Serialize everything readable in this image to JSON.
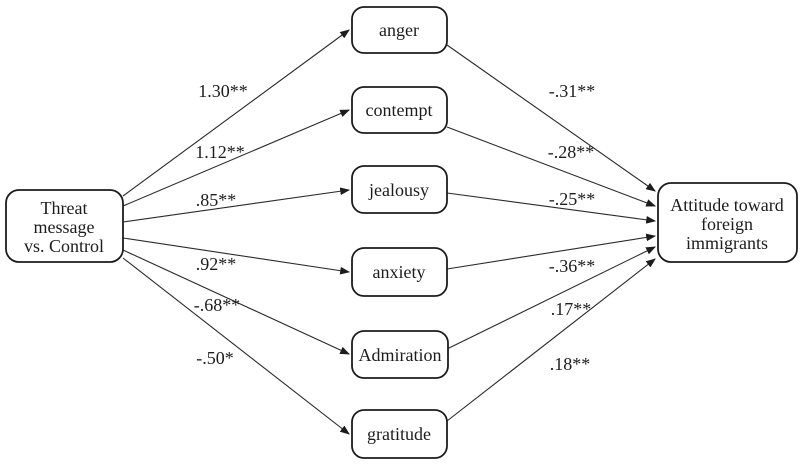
{
  "figure": {
    "type": "mediation-path-diagram",
    "colors": {
      "background": "#ffffff",
      "ink": "#1c1c1c",
      "line": "#2a2a2a",
      "box_fill": "#ffffff"
    },
    "predictor": {
      "name": "Threat message vs. Control",
      "lines": [
        "Threat",
        "message",
        "vs. Control"
      ]
    },
    "outcome": {
      "name": "Attitude toward foreign immigrants",
      "lines": [
        "Attitude toward",
        "foreign",
        "immigrants"
      ]
    },
    "mediators": [
      {
        "label": "anger",
        "path_from_predictor": "1.30**",
        "path_to_outcome": "-.31**"
      },
      {
        "label": "contempt",
        "path_from_predictor": "1.12**",
        "path_to_outcome": "-.28**"
      },
      {
        "label": "jealousy",
        "path_from_predictor": ".85**",
        "path_to_outcome": "-.25**"
      },
      {
        "label": "anxiety",
        "path_from_predictor": ".92**",
        "path_to_outcome": "-.36**"
      },
      {
        "label": "Admiration",
        "path_from_predictor": "-.68**",
        "path_to_outcome": ".17**"
      },
      {
        "label": "gratitude",
        "path_from_predictor": "-.50*",
        "path_to_outcome": ".18**"
      }
    ]
  }
}
